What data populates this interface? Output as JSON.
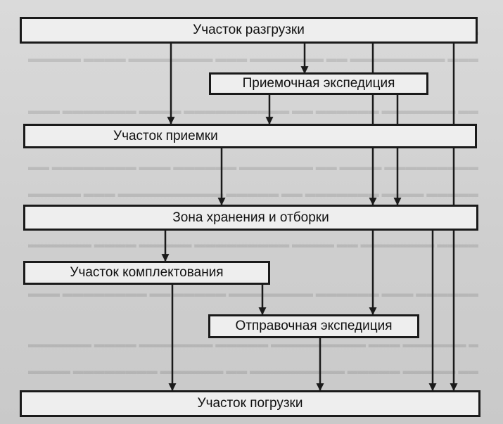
{
  "diagram": {
    "nodes": {
      "unloading": {
        "label": "Участок разгрузки"
      },
      "receiving_expedition": {
        "label": "Приемочная экспедиция"
      },
      "acceptance": {
        "label": "Участок приемки"
      },
      "storage": {
        "label": "Зона  хранения  и  отборки"
      },
      "picking": {
        "label": "Участок комплектования"
      },
      "shipping_expedition": {
        "label": "Отправочная экспедиция"
      },
      "loading": {
        "label": "Участок погрузки"
      }
    },
    "edges": [
      {
        "from": "unloading",
        "to": "receiving_expedition"
      },
      {
        "from": "unloading",
        "to": "acceptance"
      },
      {
        "from": "unloading",
        "to": "storage"
      },
      {
        "from": "unloading",
        "to": "loading"
      },
      {
        "from": "receiving_expedition",
        "to": "acceptance"
      },
      {
        "from": "receiving_expedition",
        "to": "storage"
      },
      {
        "from": "acceptance",
        "to": "storage"
      },
      {
        "from": "storage",
        "to": "picking"
      },
      {
        "from": "storage",
        "to": "shipping_expedition"
      },
      {
        "from": "storage",
        "to": "loading"
      },
      {
        "from": "picking",
        "to": "shipping_expedition"
      },
      {
        "from": "picking",
        "to": "loading"
      },
      {
        "from": "shipping_expedition",
        "to": "loading"
      }
    ]
  }
}
